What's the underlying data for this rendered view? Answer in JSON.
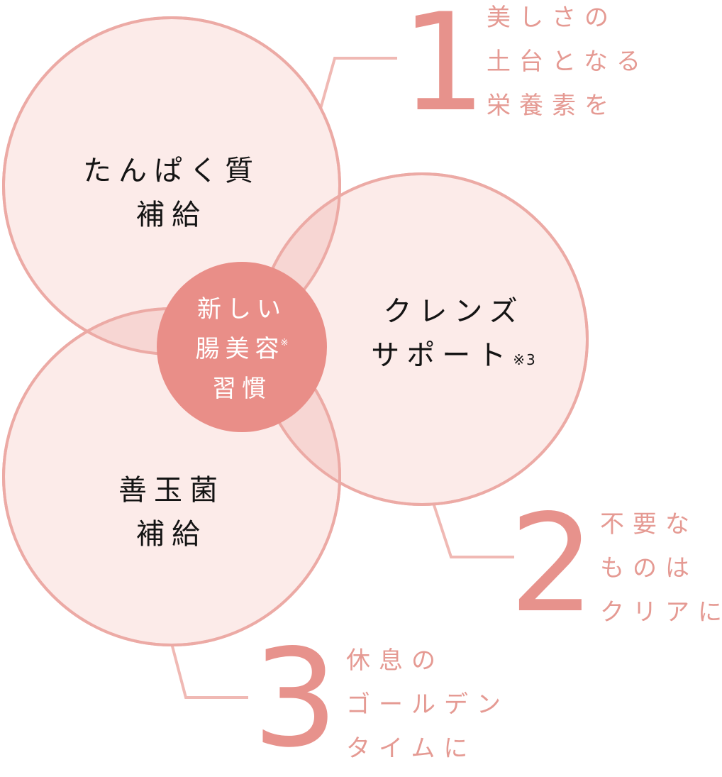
{
  "colors": {
    "circle_fill": "#fcebe9",
    "circle_stroke": "#ecaaa5",
    "overlap_fill": "#f7d6d3",
    "center_fill": "#e98e88",
    "connector": "#f0b9b4",
    "number": "#e7928c",
    "caption": "#e59a93",
    "label": "#141414",
    "center_text": "#ffffff"
  },
  "circles": {
    "protein": {
      "lines": [
        "たんぱく質",
        "補給"
      ]
    },
    "cleanse": {
      "lines": [
        "クレンズ",
        "サポート"
      ],
      "note": "※3"
    },
    "bacteria": {
      "lines": [
        "善玉菌",
        "補給"
      ]
    }
  },
  "center": {
    "lines": [
      "新しい",
      "腸美容",
      "習慣"
    ],
    "note": "※"
  },
  "points": [
    {
      "number": "1",
      "lines": [
        "美しさの",
        "土台となる",
        "栄養素を"
      ]
    },
    {
      "number": "2",
      "lines": [
        "不要な",
        "ものは",
        "クリアに"
      ]
    },
    {
      "number": "3",
      "lines": [
        "休息の",
        "ゴールデン",
        "タイムに"
      ]
    }
  ]
}
